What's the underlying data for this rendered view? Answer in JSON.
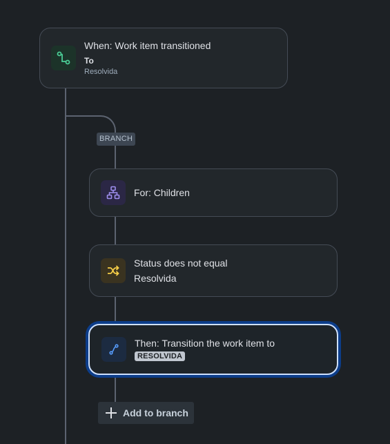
{
  "trigger": {
    "title": "When: Work item transitioned",
    "field_label": "To",
    "field_value": "Resolvida",
    "icon": "transition-icon",
    "color": "#4bce97"
  },
  "branch": {
    "badge": "BRANCH"
  },
  "branch_for": {
    "title": "For: Children",
    "icon": "hierarchy-icon",
    "color": "#9f8fef"
  },
  "condition": {
    "title": "Status does not equal",
    "value": "Resolvida",
    "icon": "shuffle-icon",
    "color": "#f5cd47"
  },
  "action": {
    "title": "Then: Transition the work item to",
    "status_lozenge": "RESOLVIDA",
    "icon": "transition-action-icon",
    "color": "#579dff"
  },
  "add_branch": {
    "label": "Add to branch"
  }
}
